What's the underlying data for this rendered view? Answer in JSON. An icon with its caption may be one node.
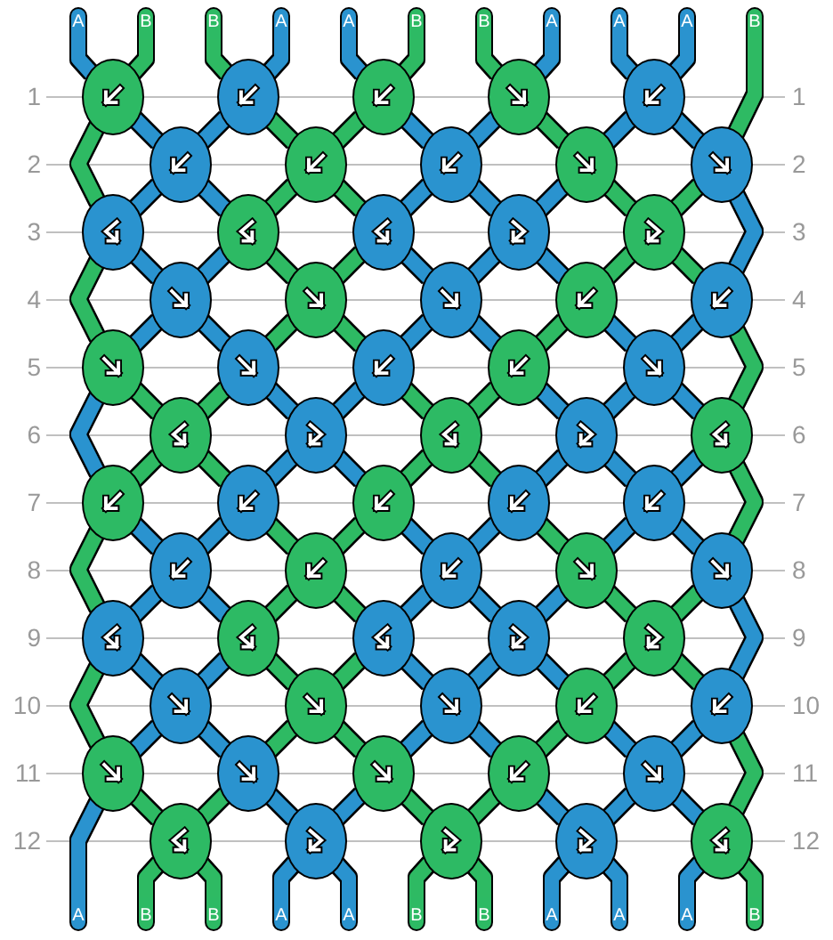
{
  "diagram": {
    "nodes": [
      {
        "text": [
          "A"
        ]
      },
      {
        "text": [
          "B"
        ]
      },
      {
        "text": [
          "B"
        ]
      },
      {
        "text": [
          "A"
        ]
      },
      {
        "text": [
          "A"
        ]
      },
      {
        "text": [
          "B"
        ]
      },
      {
        "text": [
          "B"
        ]
      },
      {
        "text": [
          "A"
        ]
      },
      {
        "text": [
          "A"
        ]
      },
      {
        "text": [
          "A"
        ]
      },
      {
        "text": [
          "B"
        ]
      },
      {
        "text": [],
        "shape": "ellipse"
      },
      {
        "text": [],
        "shape": "ellipse"
      },
      {
        "text": [],
        "shape": "ellipse"
      },
      {
        "text": [],
        "shape": "ellipse"
      },
      {
        "text": [],
        "shape": "ellipse"
      },
      {
        "text": [],
        "shape": "ellipse"
      },
      {
        "text": [],
        "shape": "ellipse"
      },
      {
        "text": [],
        "shape": "ellipse"
      },
      {
        "text": [],
        "shape": "ellipse"
      },
      {
        "text": [],
        "shape": "ellipse"
      },
      {
        "text": [],
        "shape": "ellipse"
      },
      {
        "text": [],
        "shape": "ellipse"
      },
      {
        "text": [],
        "shape": "ellipse"
      },
      {
        "text": [],
        "shape": "ellipse"
      },
      {
        "text": [],
        "shape": "ellipse"
      },
      {
        "text": [],
        "shape": "ellipse"
      },
      {
        "text": [],
        "shape": "ellipse"
      },
      {
        "text": [],
        "shape": "ellipse"
      },
      {
        "text": [],
        "shape": "ellipse"
      },
      {
        "text": [],
        "shape": "ellipse"
      },
      {
        "text": [],
        "shape": "ellipse"
      },
      {
        "text": [],
        "shape": "ellipse"
      },
      {
        "text": [],
        "shape": "ellipse"
      },
      {
        "text": [],
        "shape": "ellipse"
      },
      {
        "text": [],
        "shape": "ellipse"
      },
      {
        "text": [],
        "shape": "ellipse"
      },
      {
        "text": [],
        "shape": "ellipse"
      },
      {
        "text": [],
        "shape": "ellipse"
      },
      {
        "text": [],
        "shape": "ellipse"
      },
      {
        "text": [],
        "shape": "ellipse"
      },
      {
        "text": [],
        "shape": "ellipse"
      },
      {
        "text": [],
        "shape": "ellipse"
      },
      {
        "text": [],
        "shape": "ellipse"
      },
      {
        "text": [],
        "shape": "ellipse"
      },
      {
        "text": [],
        "shape": "ellipse"
      },
      {
        "text": [],
        "shape": "ellipse"
      },
      {
        "text": [],
        "shape": "ellipse"
      },
      {
        "text": [],
        "shape": "ellipse"
      },
      {
        "text": [],
        "shape": "ellipse"
      },
      {
        "text": [],
        "shape": "ellipse"
      },
      {
        "text": [],
        "shape": "ellipse"
      },
      {
        "text": [],
        "shape": "ellipse"
      },
      {
        "text": [],
        "shape": "ellipse"
      },
      {
        "text": [],
        "shape": "ellipse"
      },
      {
        "text": [],
        "shape": "ellipse"
      },
      {
        "text": [],
        "shape": "ellipse"
      },
      {
        "text": [],
        "shape": "ellipse"
      },
      {
        "text": [],
        "shape": "ellipse"
      },
      {
        "text": [],
        "shape": "ellipse"
      },
      {
        "text": [],
        "shape": "ellipse"
      },
      {
        "text": [],
        "shape": "ellipse"
      },
      {
        "text": [],
        "shape": "ellipse"
      },
      {
        "text": [],
        "shape": "ellipse"
      },
      {
        "text": [],
        "shape": "ellipse"
      },
      {
        "text": [],
        "shape": "ellipse"
      },
      {
        "text": [],
        "shape": "ellipse"
      },
      {
        "text": [],
        "shape": "ellipse"
      },
      {
        "text": [],
        "shape": "ellipse"
      },
      {
        "text": [],
        "shape": "ellipse"
      },
      {
        "text": [],
        "shape": "ellipse"
      },
      {
        "text": [
          "A"
        ]
      },
      {
        "text": [
          "B"
        ]
      },
      {
        "text": [
          "B"
        ]
      },
      {
        "text": [
          "A"
        ]
      },
      {
        "text": [
          "A"
        ]
      },
      {
        "text": [
          "B"
        ]
      },
      {
        "text": [
          "B"
        ]
      },
      {
        "text": [
          "A"
        ]
      },
      {
        "text": [
          "A"
        ]
      },
      {
        "text": [
          "A"
        ]
      },
      {
        "text": [
          "B"
        ]
      }
    ],
    "edges": [
      {
        "from": 0,
        "to": 11,
        "arrow": "none",
        "color": "#2a93cf"
      },
      {
        "from": 1,
        "to": 11,
        "arrow": "none",
        "color": "#2dba64"
      },
      {
        "from": 2,
        "to": 12,
        "arrow": "none",
        "color": "#2dba64"
      },
      {
        "from": 3,
        "to": 12,
        "arrow": "none",
        "color": "#2a93cf"
      },
      {
        "from": 4,
        "to": 13,
        "arrow": "none",
        "color": "#2a93cf"
      },
      {
        "from": 5,
        "to": 13,
        "arrow": "none",
        "color": "#2dba64"
      },
      {
        "from": 6,
        "to": 14,
        "arrow": "none",
        "color": "#2dba64"
      },
      {
        "from": 7,
        "to": 14,
        "arrow": "none",
        "color": "#2a93cf"
      },
      {
        "from": 8,
        "to": 15,
        "arrow": "none",
        "color": "#2a93cf"
      },
      {
        "from": 9,
        "to": 15,
        "arrow": "none",
        "color": "#2a93cf"
      },
      {
        "from": 11,
        "to": 16,
        "arrow": "none",
        "color": "#2a93cf"
      },
      {
        "from": 12,
        "to": 16,
        "arrow": "none",
        "color": "#2a93cf"
      },
      {
        "from": 12,
        "to": 17,
        "arrow": "none",
        "color": "#2dba64"
      },
      {
        "from": 13,
        "to": 17,
        "arrow": "none",
        "color": "#2dba64"
      },
      {
        "from": 13,
        "to": 18,
        "arrow": "none",
        "color": "#2a93cf"
      },
      {
        "from": 14,
        "to": 18,
        "arrow": "none",
        "color": "#2a93cf"
      },
      {
        "from": 14,
        "to": 19,
        "arrow": "none",
        "color": "#2dba64"
      },
      {
        "from": 15,
        "to": 19,
        "arrow": "none",
        "color": "#2a93cf"
      },
      {
        "from": 15,
        "to": 20,
        "arrow": "none",
        "color": "#2a93cf"
      },
      {
        "from": 10,
        "to": 20,
        "arrow": "none",
        "color": "#2dba64"
      },
      {
        "from": 11,
        "to": 21,
        "arrow": "none",
        "color": "#2dba64"
      },
      {
        "from": 16,
        "to": 21,
        "arrow": "none",
        "color": "#2a93cf"
      },
      {
        "from": 16,
        "to": 22,
        "arrow": "none",
        "color": "#2a93cf"
      },
      {
        "from": 17,
        "to": 22,
        "arrow": "none",
        "color": "#2dba64"
      },
      {
        "from": 17,
        "to": 23,
        "arrow": "none",
        "color": "#2dba64"
      },
      {
        "from": 18,
        "to": 23,
        "arrow": "none",
        "color": "#2a93cf"
      },
      {
        "from": 18,
        "to": 24,
        "arrow": "none",
        "color": "#2a93cf"
      },
      {
        "from": 19,
        "to": 24,
        "arrow": "none",
        "color": "#2a93cf"
      },
      {
        "from": 19,
        "to": 25,
        "arrow": "none",
        "color": "#2dba64"
      },
      {
        "from": 20,
        "to": 25,
        "arrow": "none",
        "color": "#2dba64"
      },
      {
        "from": 21,
        "to": 26,
        "arrow": "none",
        "color": "#2a93cf"
      },
      {
        "from": 22,
        "to": 26,
        "arrow": "none",
        "color": "#2a93cf"
      },
      {
        "from": 22,
        "to": 27,
        "arrow": "none",
        "color": "#2dba64"
      },
      {
        "from": 23,
        "to": 27,
        "arrow": "none",
        "color": "#2dba64"
      },
      {
        "from": 23,
        "to": 28,
        "arrow": "none",
        "color": "#2a93cf"
      },
      {
        "from": 24,
        "to": 28,
        "arrow": "none",
        "color": "#2a93cf"
      },
      {
        "from": 24,
        "to": 29,
        "arrow": "none",
        "color": "#2a93cf"
      },
      {
        "from": 25,
        "to": 29,
        "arrow": "none",
        "color": "#2dba64"
      },
      {
        "from": 25,
        "to": 30,
        "arrow": "none",
        "color": "#2dba64"
      },
      {
        "from": 20,
        "to": 30,
        "arrow": "none",
        "color": "#2a93cf"
      },
      {
        "from": 21,
        "to": 31,
        "arrow": "none",
        "color": "#2dba64"
      },
      {
        "from": 26,
        "to": 31,
        "arrow": "none",
        "color": "#2a93cf"
      },
      {
        "from": 26,
        "to": 32,
        "arrow": "none",
        "color": "#2a93cf"
      },
      {
        "from": 27,
        "to": 32,
        "arrow": "none",
        "color": "#2dba64"
      },
      {
        "from": 27,
        "to": 33,
        "arrow": "none",
        "color": "#2dba64"
      },
      {
        "from": 28,
        "to": 33,
        "arrow": "none",
        "color": "#2a93cf"
      },
      {
        "from": 28,
        "to": 34,
        "arrow": "none",
        "color": "#2a93cf"
      },
      {
        "from": 29,
        "to": 34,
        "arrow": "none",
        "color": "#2dba64"
      },
      {
        "from": 29,
        "to": 35,
        "arrow": "none",
        "color": "#2a93cf"
      },
      {
        "from": 30,
        "to": 35,
        "arrow": "none",
        "color": "#2a93cf"
      },
      {
        "from": 31,
        "to": 36,
        "arrow": "none",
        "color": "#2dba64"
      },
      {
        "from": 32,
        "to": 36,
        "arrow": "none",
        "color": "#2dba64"
      },
      {
        "from": 32,
        "to": 37,
        "arrow": "none",
        "color": "#2a93cf"
      },
      {
        "from": 33,
        "to": 37,
        "arrow": "none",
        "color": "#2a93cf"
      },
      {
        "from": 33,
        "to": 38,
        "arrow": "none",
        "color": "#2dba64"
      },
      {
        "from": 34,
        "to": 38,
        "arrow": "none",
        "color": "#2dba64"
      },
      {
        "from": 34,
        "to": 39,
        "arrow": "none",
        "color": "#2a93cf"
      },
      {
        "from": 35,
        "to": 39,
        "arrow": "none",
        "color": "#2a93cf"
      },
      {
        "from": 35,
        "to": 40,
        "arrow": "none",
        "color": "#2a93cf"
      },
      {
        "from": 30,
        "to": 40,
        "arrow": "none",
        "color": "#2dba64"
      },
      {
        "from": 31,
        "to": 41,
        "arrow": "none",
        "color": "#2a93cf"
      },
      {
        "from": 36,
        "to": 41,
        "arrow": "none",
        "color": "#2dba64"
      },
      {
        "from": 36,
        "to": 42,
        "arrow": "none",
        "color": "#2dba64"
      },
      {
        "from": 37,
        "to": 42,
        "arrow": "none",
        "color": "#2a93cf"
      },
      {
        "from": 37,
        "to": 43,
        "arrow": "none",
        "color": "#2a93cf"
      },
      {
        "from": 38,
        "to": 43,
        "arrow": "none",
        "color": "#2dba64"
      },
      {
        "from": 38,
        "to": 44,
        "arrow": "none",
        "color": "#2dba64"
      },
      {
        "from": 39,
        "to": 44,
        "arrow": "none",
        "color": "#2a93cf"
      },
      {
        "from": 39,
        "to": 45,
        "arrow": "none",
        "color": "#2a93cf"
      },
      {
        "from": 40,
        "to": 45,
        "arrow": "none",
        "color": "#2a93cf"
      },
      {
        "from": 41,
        "to": 46,
        "arrow": "none",
        "color": "#2a93cf"
      },
      {
        "from": 42,
        "to": 46,
        "arrow": "none",
        "color": "#2a93cf"
      },
      {
        "from": 42,
        "to": 47,
        "arrow": "none",
        "color": "#2dba64"
      },
      {
        "from": 43,
        "to": 47,
        "arrow": "none",
        "color": "#2dba64"
      },
      {
        "from": 43,
        "to": 48,
        "arrow": "none",
        "color": "#2a93cf"
      },
      {
        "from": 44,
        "to": 48,
        "arrow": "none",
        "color": "#2a93cf"
      },
      {
        "from": 44,
        "to": 49,
        "arrow": "none",
        "color": "#2dba64"
      },
      {
        "from": 45,
        "to": 49,
        "arrow": "none",
        "color": "#2a93cf"
      },
      {
        "from": 45,
        "to": 50,
        "arrow": "none",
        "color": "#2a93cf"
      },
      {
        "from": 40,
        "to": 50,
        "arrow": "none",
        "color": "#2dba64"
      },
      {
        "from": 41,
        "to": 51,
        "arrow": "none",
        "color": "#2dba64"
      },
      {
        "from": 46,
        "to": 51,
        "arrow": "none",
        "color": "#2a93cf"
      },
      {
        "from": 46,
        "to": 52,
        "arrow": "none",
        "color": "#2a93cf"
      },
      {
        "from": 47,
        "to": 52,
        "arrow": "none",
        "color": "#2dba64"
      },
      {
        "from": 47,
        "to": 53,
        "arrow": "none",
        "color": "#2dba64"
      },
      {
        "from": 48,
        "to": 53,
        "arrow": "none",
        "color": "#2a93cf"
      },
      {
        "from": 48,
        "to": 54,
        "arrow": "none",
        "color": "#2a93cf"
      },
      {
        "from": 49,
        "to": 54,
        "arrow": "none",
        "color": "#2a93cf"
      },
      {
        "from": 49,
        "to": 55,
        "arrow": "none",
        "color": "#2dba64"
      },
      {
        "from": 50,
        "to": 55,
        "arrow": "none",
        "color": "#2dba64"
      },
      {
        "from": 51,
        "to": 56,
        "arrow": "none",
        "color": "#2a93cf"
      },
      {
        "from": 52,
        "to": 56,
        "arrow": "none",
        "color": "#2a93cf"
      },
      {
        "from": 52,
        "to": 57,
        "arrow": "none",
        "color": "#2dba64"
      },
      {
        "from": 53,
        "to": 57,
        "arrow": "none",
        "color": "#2dba64"
      },
      {
        "from": 53,
        "to": 58,
        "arrow": "none",
        "color": "#2a93cf"
      },
      {
        "from": 54,
        "to": 58,
        "arrow": "none",
        "color": "#2a93cf"
      },
      {
        "from": 54,
        "to": 59,
        "arrow": "none",
        "color": "#2a93cf"
      },
      {
        "from": 55,
        "to": 59,
        "arrow": "none",
        "color": "#2dba64"
      },
      {
        "from": 55,
        "to": 60,
        "arrow": "none",
        "color": "#2dba64"
      },
      {
        "from": 50,
        "to": 60,
        "arrow": "none",
        "color": "#2a93cf"
      },
      {
        "from": 51,
        "to": 61,
        "arrow": "none",
        "color": "#2dba64"
      },
      {
        "from": 56,
        "to": 61,
        "arrow": "none",
        "color": "#2a93cf"
      },
      {
        "from": 56,
        "to": 62,
        "arrow": "none",
        "color": "#2a93cf"
      },
      {
        "from": 57,
        "to": 62,
        "arrow": "none",
        "color": "#2dba64"
      },
      {
        "from": 57,
        "to": 63,
        "arrow": "none",
        "color": "#2dba64"
      },
      {
        "from": 58,
        "to": 63,
        "arrow": "none",
        "color": "#2a93cf"
      },
      {
        "from": 58,
        "to": 64,
        "arrow": "none",
        "color": "#2a93cf"
      },
      {
        "from": 59,
        "to": 64,
        "arrow": "none",
        "color": "#2dba64"
      },
      {
        "from": 59,
        "to": 65,
        "arrow": "none",
        "color": "#2a93cf"
      },
      {
        "from": 60,
        "to": 65,
        "arrow": "none",
        "color": "#2a93cf"
      },
      {
        "from": 61,
        "to": 66,
        "arrow": "none",
        "color": "#2dba64"
      },
      {
        "from": 62,
        "to": 66,
        "arrow": "none",
        "color": "#2dba64"
      },
      {
        "from": 62,
        "to": 67,
        "arrow": "none",
        "color": "#2a93cf"
      },
      {
        "from": 63,
        "to": 67,
        "arrow": "none",
        "color": "#2a93cf"
      },
      {
        "from": 63,
        "to": 68,
        "arrow": "none",
        "color": "#2dba64"
      },
      {
        "from": 64,
        "to": 68,
        "arrow": "none",
        "color": "#2dba64"
      },
      {
        "from": 64,
        "to": 69,
        "arrow": "none",
        "color": "#2a93cf"
      },
      {
        "from": 65,
        "to": 69,
        "arrow": "none",
        "color": "#2a93cf"
      },
      {
        "from": 65,
        "to": 70,
        "arrow": "none",
        "color": "#2a93cf"
      },
      {
        "from": 60,
        "to": 70,
        "arrow": "none",
        "color": "#2dba64"
      },
      {
        "from": 61,
        "to": 71,
        "arrow": "none",
        "color": "#2a93cf"
      },
      {
        "from": 66,
        "to": 72,
        "arrow": "none",
        "color": "#2dba64"
      },
      {
        "from": 66,
        "to": 73,
        "arrow": "none",
        "color": "#2dba64"
      },
      {
        "from": 67,
        "to": 74,
        "arrow": "none",
        "color": "#2a93cf"
      },
      {
        "from": 67,
        "to": 75,
        "arrow": "none",
        "color": "#2a93cf"
      },
      {
        "from": 68,
        "to": 76,
        "arrow": "none",
        "color": "#2dba64"
      },
      {
        "from": 68,
        "to": 77,
        "arrow": "none",
        "color": "#2dba64"
      },
      {
        "from": 69,
        "to": 78,
        "arrow": "none",
        "color": "#2a93cf"
      },
      {
        "from": 69,
        "to": 79,
        "arrow": "none",
        "color": "#2a93cf"
      },
      {
        "from": 70,
        "to": 80,
        "arrow": "none",
        "color": "#2a93cf"
      },
      {
        "from": 70,
        "to": 81,
        "arrow": "none",
        "color": "#2dba64"
      }
    ],
    "labels": [
      "1",
      "1",
      "2",
      "2",
      "3",
      "3",
      "4",
      "4",
      "5",
      "5",
      "6",
      "6",
      "7",
      "7",
      "8",
      "8",
      "9",
      "9",
      "10",
      "10",
      "11",
      "11",
      "12",
      "12"
    ]
  }
}
